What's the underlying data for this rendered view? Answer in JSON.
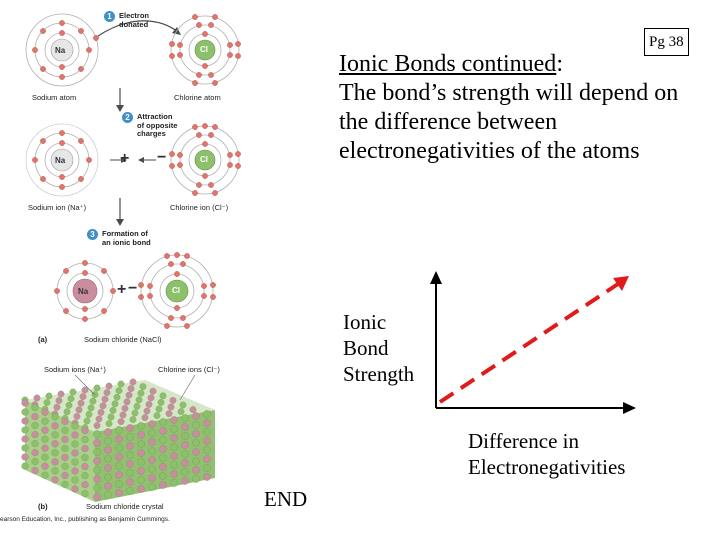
{
  "page_ref": "Pg 38",
  "heading_underlined": "Ionic Bonds continued",
  "heading_colon": ":",
  "body_text": " The bond’s strength will depend on the difference between electronegativities of the atoms",
  "graph": {
    "ylabel_lines": [
      "Ionic",
      "Bond",
      "Strength"
    ],
    "xlabel_lines": [
      "Difference in",
      "Electronegativities"
    ],
    "trend_color": "#e01b1b"
  },
  "end_label": "END",
  "figure": {
    "step1_num": "1",
    "step1_text": [
      "Electron",
      "donated"
    ],
    "sodium_atom": "Sodium atom",
    "chlorine_atom": "Chlorine atom",
    "step2_num": "2",
    "step2_text": [
      "Attraction",
      "of opposite",
      "charges"
    ],
    "sodium_ion": "Sodium ion (Na⁺)",
    "chlorine_ion": "Chlorine ion (Cl⁻)",
    "step3_num": "3",
    "step3_text": [
      "Formation of",
      "an ionic bond"
    ],
    "na_symbol": "Na",
    "cl_symbol": "Cl",
    "plus": "+",
    "minus": "−",
    "part_a": "(a)",
    "nacl_caption": "Sodium chloride (NaCl)",
    "sodium_ions": "Sodium ions (Na⁺)",
    "chlorine_ions": "Chlorine ions (Cl⁻)",
    "part_b": "(b)",
    "crystal_caption": "Sodium chloride crystal",
    "copyright": "earson Education, Inc., publishing as Benjamin Cummings.",
    "na_color": "#c98d9f",
    "cl_color": "#8cc06a",
    "electron_color": "#e2746b",
    "arrow_color": "#4b4b4b"
  }
}
